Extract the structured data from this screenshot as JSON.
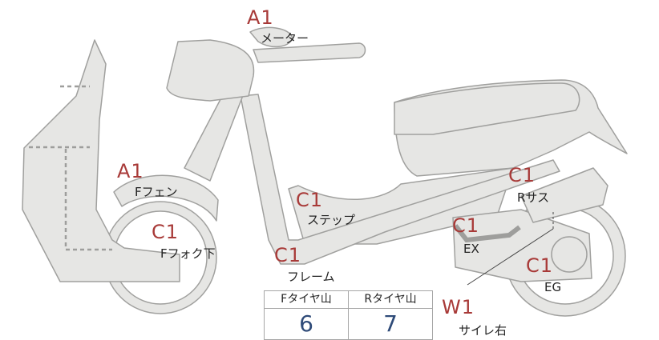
{
  "markers": [
    {
      "id": "meter",
      "code": "A1",
      "part": "メーター"
    },
    {
      "id": "f-fender",
      "code": "A1",
      "part": "Fフェン"
    },
    {
      "id": "f-fork",
      "code": "C1",
      "part": "Fフォク下"
    },
    {
      "id": "step",
      "code": "C1",
      "part": "ステップ"
    },
    {
      "id": "frame",
      "code": "C1",
      "part": "フレーム"
    },
    {
      "id": "r-sus",
      "code": "C1",
      "part": "Rサス"
    },
    {
      "id": "ex",
      "code": "C1",
      "part": "EX"
    },
    {
      "id": "eg",
      "code": "C1",
      "part": "EG"
    },
    {
      "id": "side-right",
      "code": "W1",
      "part": "サイレ右"
    }
  ],
  "tire_table": {
    "front_header": "Fタイヤ山",
    "rear_header": "Rタイヤ山",
    "front_value": "6",
    "rear_value": "7"
  },
  "colors": {
    "marker": "#a83a38",
    "tire_value": "#2e4a78",
    "body_fill": "#e6e6e4",
    "body_stroke": "#9e9e9c"
  }
}
